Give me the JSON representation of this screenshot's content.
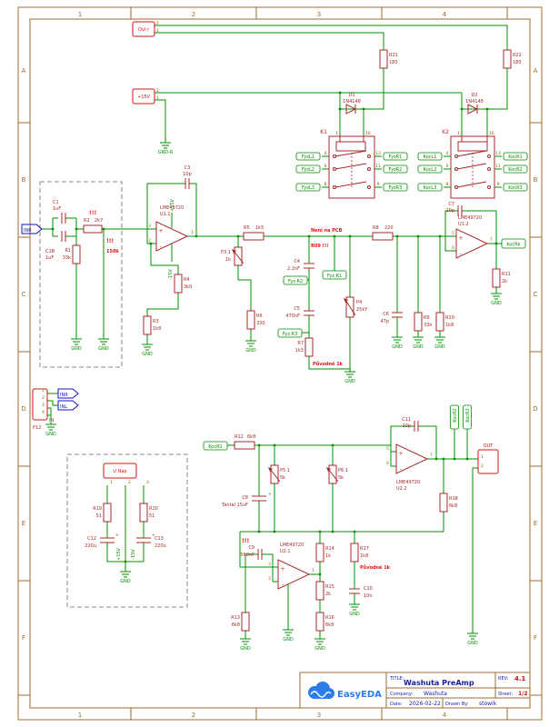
{
  "sheet": {
    "cols": [
      "1",
      "2",
      "3",
      "4"
    ],
    "rows": [
      "A",
      "B",
      "C",
      "D",
      "E",
      "F"
    ]
  },
  "title_block": {
    "title_label": "TITLE:",
    "title": "Washuta PreAmp",
    "rev_label": "REV:",
    "rev": "4.1",
    "company_label": "Company:",
    "company": "Washuta",
    "sheet_label": "Sheet:",
    "sheet": "1/2",
    "date_label": "Date:",
    "date": "2026-02-22",
    "drawn_label": "Drawn By:",
    "drawn": "stowik",
    "brand": "EasyEDA"
  },
  "colors": {
    "wire": "#008f00",
    "symbol": "#a62929",
    "pin": "#7a6a00",
    "port": "#1414b8",
    "connector": "#cc1616",
    "annotation": "#ee1111",
    "frame": "#9c6b30",
    "title_text": "#1a1aa6",
    "logo": "#2b7de9"
  },
  "connectors": {
    "ovlr": {
      "name": "Ovl.r"
    },
    "p15v": {
      "name": "+15V"
    },
    "unap": {
      "name": "U Nap"
    },
    "p12": {
      "ref": "P12",
      "name": "IN"
    },
    "out": {
      "name": "OUT"
    }
  },
  "ports": {
    "inr": "INR",
    "inl": "INL"
  },
  "grounds": {
    "gnd": "GND",
    "gndr": "GND-R"
  },
  "opamps": {
    "name": "LME49720",
    "u11": "U1.1",
    "u12": "U1.2",
    "u21": "U2.1",
    "u22": "U2.2"
  },
  "signs": {
    "plus": "+",
    "minus": "-"
  },
  "relays": {
    "k1": {
      "ref": "K1",
      "left": [
        "FyzL1",
        "FyzL2",
        "FyzL3"
      ],
      "right": [
        "FyzR1",
        "FyzR2",
        "FyzR3"
      ]
    },
    "k2": {
      "ref": "K2",
      "left": [
        "KocL1",
        "KocL2",
        "KocL3"
      ],
      "right": [
        "KocR1",
        "KocR2",
        "KocR3"
      ]
    }
  },
  "pins": {
    "p1": "1",
    "p2": "2",
    "p3": "3",
    "p4": "4",
    "p5": "5",
    "p6": "6",
    "p7": "7",
    "p8": "8",
    "p9": "9",
    "p11": "11",
    "p13": "13",
    "p16": "16"
  },
  "diodes": {
    "d1": {
      "ref": "D1",
      "value": "1N4148"
    },
    "d2": {
      "ref": "D2",
      "value": "1N4148"
    }
  },
  "resistors": {
    "r1": {
      "ref": "R1",
      "value": "33k"
    },
    "r2": {
      "ref": "R2",
      "value": "2k7"
    },
    "r3": {
      "ref": "R3",
      "value": "1k8"
    },
    "r4": {
      "ref": "R4",
      "value": "3k0"
    },
    "r5": {
      "ref": "R5",
      "value": "1k5"
    },
    "r6": {
      "ref": "R6",
      "value": "330"
    },
    "r7": {
      "ref": "R7",
      "value": "1k3"
    },
    "r8": {
      "ref": "R8",
      "value": "220"
    },
    "r9": {
      "ref": "R9",
      "value": "33k"
    },
    "r10": {
      "ref": "R10",
      "value": "1k8"
    },
    "r11": {
      "ref": "R11",
      "value": "2k"
    },
    "r12": {
      "ref": "R12",
      "value": "6k8"
    },
    "r13": {
      "ref": "R13",
      "value": "6k8"
    },
    "r14": {
      "ref": "R14",
      "value": "1k"
    },
    "r15": {
      "ref": "R15",
      "value": "2k"
    },
    "r16": {
      "ref": "R16",
      "value": "6k8"
    },
    "r17": {
      "ref": "R17",
      "value": "1k8"
    },
    "r18": {
      "ref": "R18",
      "value": "6k8"
    },
    "r19": {
      "ref": "R19",
      "value": "51"
    },
    "r20": {
      "ref": "R20",
      "value": "51"
    },
    "r21": {
      "ref": "R21",
      "value": "180"
    },
    "r22": {
      "ref": "R22",
      "value": "180"
    }
  },
  "trimmers": {
    "p31": {
      "ref": "P3.1",
      "value": "1k"
    },
    "p4": {
      "ref": "P4",
      "value": "25kY"
    },
    "p51": {
      "ref": "P5.1",
      "value": "5k"
    },
    "p61": {
      "ref": "P6.1",
      "value": "5k"
    }
  },
  "capacitors": {
    "c1": {
      "ref": "C1",
      "value": "1uF"
    },
    "c1b": {
      "ref": "C1B",
      "value": "1uF"
    },
    "c3": {
      "ref": "C3",
      "value": "10p"
    },
    "c4": {
      "ref": "C4",
      "value": "2.2nF"
    },
    "c5": {
      "ref": "C5",
      "value": "470nF"
    },
    "c6": {
      "ref": "C6",
      "value": "47p"
    },
    "c7": {
      "ref": "C7",
      "value": "10p"
    },
    "c8": {
      "ref": "C8",
      "value": "Tantal 15uF"
    },
    "c9": {
      "ref": "C9",
      "value": "560nF"
    },
    "c10": {
      "ref": "C10",
      "value": "10n"
    },
    "c11": {
      "ref": "C11",
      "value": "10p"
    },
    "c12": {
      "ref": "C12",
      "value": "220u"
    },
    "c13": {
      "ref": "C13",
      "value": "220u"
    }
  },
  "netlabels": {
    "fyzr1": "Fyz.R1",
    "fyzr2": "Fyz.R2",
    "fyzr3": "Fyz.R3",
    "kocrk": "KocRk",
    "kocr1": "KocR1",
    "kocr2": "KocR2",
    "kocr3": "KocR3",
    "p15": "+15V",
    "m15": "-15V"
  },
  "annotations": {
    "bang": "!!!",
    "not_on_pcb": "Není na PCB",
    "r09": "R09 !!!",
    "orig150k": "150k",
    "orig1k": "Původně 1k"
  }
}
